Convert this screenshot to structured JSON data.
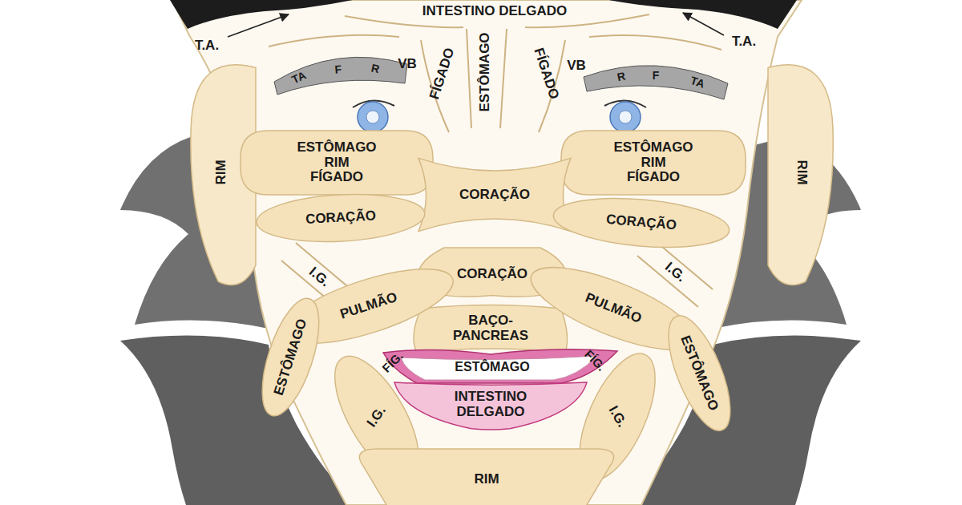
{
  "diagram": {
    "nodes": [
      {
        "text": [
          "RIM"
        ]
      },
      {
        "text": [
          "ESTÔMAGO RIM FÍGADO"
        ]
      },
      {
        "text": [
          "ESTÔMAGO RIM FÍGADO"
        ]
      },
      {
        "text": [
          "RIM"
        ]
      },
      {
        "text": [
          "CORAÇÃO"
        ]
      },
      {
        "text": [
          "CORAÇÃO"
        ]
      },
      {
        "text": [
          "CORAÇÃO"
        ]
      },
      {
        "text": [
          "CORAÇÃO"
        ]
      },
      {
        "text": [
          "PULMÃO"
        ]
      },
      {
        "text": [
          "PULMÃO"
        ]
      },
      {
        "text": [
          "ESTÔMAGO"
        ]
      },
      {
        "text": [
          "ESTÔMAGO"
        ]
      },
      {
        "text": [
          "I.G."
        ]
      },
      {
        "text": [
          "INTESTINO DELGADO"
        ]
      },
      {
        "text": [
          "I.G."
        ]
      },
      {
        "text": [
          "RIM"
        ]
      }
    ],
    "labels": [
      "INTESTINO DELGADO",
      "T.A.",
      "T.A.",
      "FÍGADO",
      "ESTÔMAGO",
      "FÍGADO",
      "VB",
      "VB",
      "TA",
      "F",
      "R",
      "R",
      "F",
      "TA",
      "I.G.",
      "I.G.",
      "BAÇO- PANCREAS",
      "FÍG.",
      "ESTÔMAGO",
      "FÍG."
    ]
  }
}
